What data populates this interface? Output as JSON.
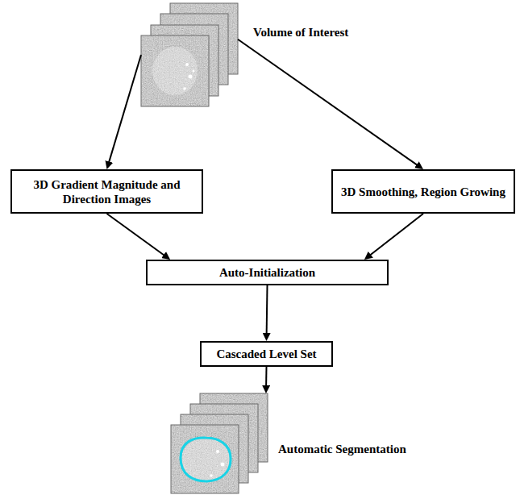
{
  "diagram": {
    "nodes": [
      {
        "text": [
          "Volume of Interest"
        ]
      },
      {
        "text": [
          "3D Gradient Magnitude and Direction Images"
        ]
      },
      {
        "text": [
          "3D Smoothing, Region Growing"
        ]
      },
      {
        "text": [
          "Auto-Initialization"
        ]
      },
      {
        "text": [
          "Cascaded Level Set"
        ]
      },
      {
        "text": [
          "Automatic Segmentation"
        ]
      }
    ],
    "edges": [
      {
        "from": 0,
        "to": 1,
        "arrow": "to"
      },
      {
        "from": 0,
        "to": 2,
        "arrow": "to"
      },
      {
        "from": 1,
        "to": 3,
        "arrow": "to"
      },
      {
        "from": 2,
        "to": 3,
        "arrow": "to"
      },
      {
        "from": 3,
        "to": 4,
        "arrow": "to"
      },
      {
        "from": 4,
        "to": 5,
        "arrow": "to"
      }
    ]
  }
}
